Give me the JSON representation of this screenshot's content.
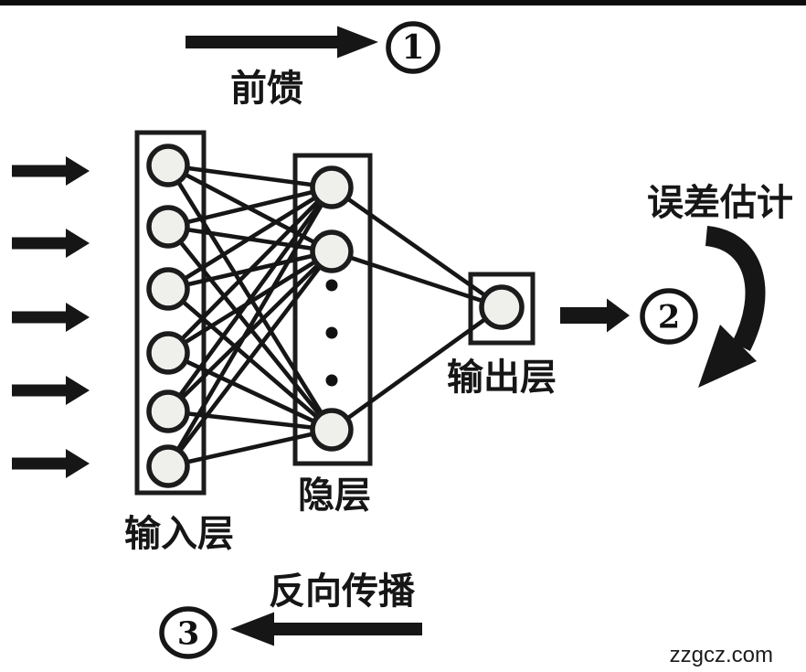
{
  "colors": {
    "background": "#ffffff",
    "top_bar": "#0d0d0d",
    "ink": "#161616",
    "node_fill": "#efefec",
    "node_stroke": "#1c1c1c"
  },
  "labels": {
    "feedforward": "前馈",
    "error_estimation": "误差估计",
    "backpropagation": "反向传播"
  },
  "badges": {
    "step1": "1",
    "step2": "2",
    "step3": "3"
  },
  "layers": {
    "input": {
      "label": "输入层",
      "visible_nodes": 6,
      "external_input_arrows": 5
    },
    "hidden": {
      "label": "隐层",
      "visible_nodes": 3,
      "ellipsis_dots": 3
    },
    "output": {
      "label": "输出层",
      "visible_nodes": 1
    }
  },
  "watermark": "zzgcz.com"
}
